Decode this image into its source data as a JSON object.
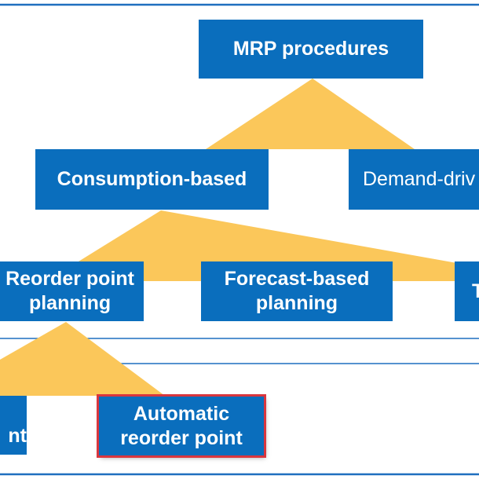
{
  "diagram": {
    "root": {
      "label": "MRP procedures"
    },
    "level1": [
      {
        "label": "Consumption-based"
      },
      {
        "label": "Demand-driv"
      }
    ],
    "level2": [
      {
        "label_line1": "Reorder point",
        "label_line2": "planning"
      },
      {
        "label_line1": "Forecast-based",
        "label_line2": "planning"
      },
      {
        "label": "T"
      }
    ],
    "level3": [
      {
        "label": "nt"
      },
      {
        "label_line1": "Automatic",
        "label_line2": "reorder point",
        "highlighted": true
      }
    ]
  },
  "colors": {
    "box_fill": "#0a6ebd",
    "box_text": "#ffffff",
    "connector_fill": "#fbc75a",
    "frame_line": "#1f6fbf",
    "highlight_border": "#d9363e"
  }
}
